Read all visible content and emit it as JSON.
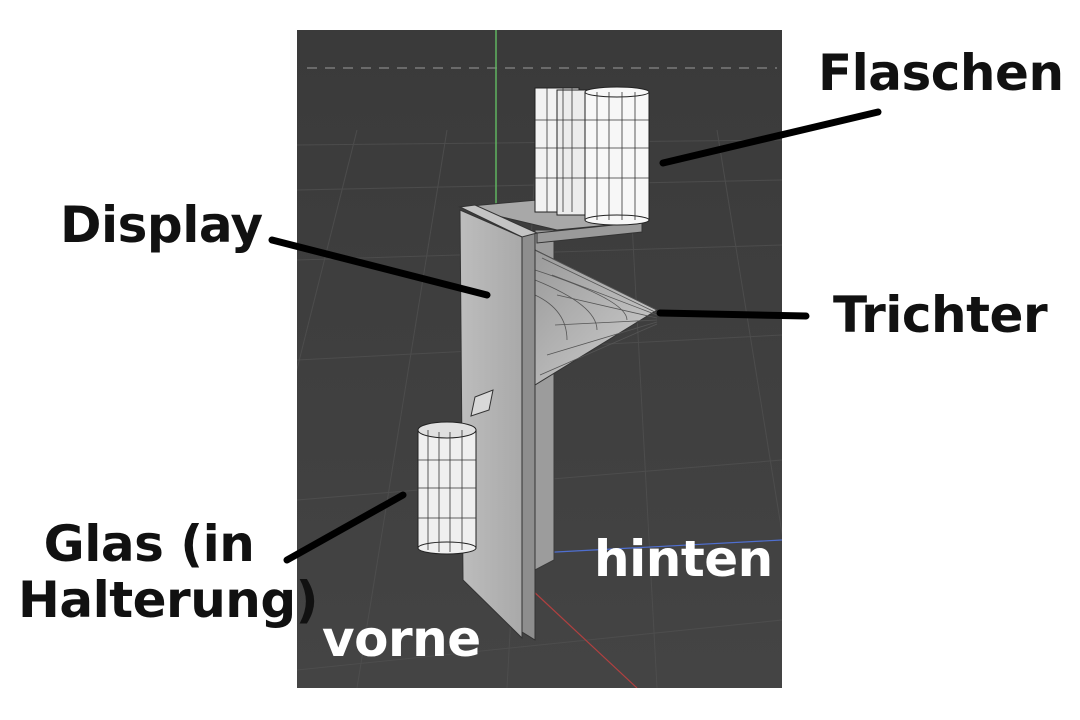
{
  "labels": {
    "flaschen": "Flaschen",
    "display": "Display",
    "trichter": "Trichter",
    "glas_line1": "Glas (in",
    "glas_line2": "Halterung)",
    "hinten": "hinten",
    "vorne": "vorne"
  },
  "colors": {
    "viewport_bg": "#3c3c3c",
    "label_dark": "#111111",
    "label_light": "#ffffff",
    "leader_line": "#000000",
    "y_axis": "#5fb35f",
    "x_axis": "#b04040",
    "z_axis": "#4f6fd0"
  },
  "icons": []
}
